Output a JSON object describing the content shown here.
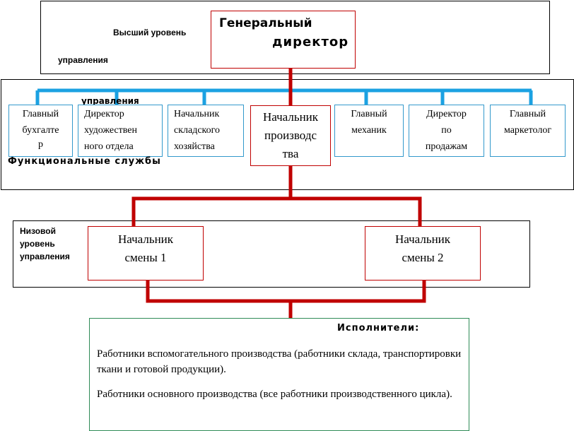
{
  "colors": {
    "red_line": "#c00000",
    "blue_line": "#1ba1e2",
    "blue_border": "#3399cc",
    "green_border": "#2e8b57"
  },
  "top": {
    "level_label_1": "Высший уровень",
    "level_label_2": "управления",
    "director_line1": "Генеральный",
    "director_line2": "директор"
  },
  "functional": {
    "overlap_text": "управления",
    "section_label": "Функциональные службы",
    "boxes": [
      {
        "lines": [
          "Главный",
          "бухгалте",
          "р"
        ]
      },
      {
        "lines": [
          "Директор",
          "художествен",
          "ного отдела"
        ]
      },
      {
        "lines": [
          "Начальник",
          "складского",
          "хозяйства"
        ]
      },
      {
        "lines": [
          "Начальник",
          "производс",
          "тва"
        ]
      },
      {
        "lines": [
          "Главный",
          "механик"
        ]
      },
      {
        "lines": [
          "Директор",
          "по",
          "продажам"
        ]
      },
      {
        "lines": [
          "Главный",
          "маркетолог"
        ]
      }
    ]
  },
  "lower": {
    "level_label_1": "Низовой",
    "level_label_2": "уровень",
    "level_label_3": "управления",
    "shift1_line1": "Начальник",
    "shift1_line2": "смены 1",
    "shift2_line1": "Начальник",
    "shift2_line2": "смены 2"
  },
  "executors": {
    "title": "Исполнители:",
    "paragraph1": "Работники вспомогательного производства (работники склада, транспортировки ткани и готовой продукции).",
    "paragraph2": "Работники основного производства (все работники производственного цикла)."
  }
}
